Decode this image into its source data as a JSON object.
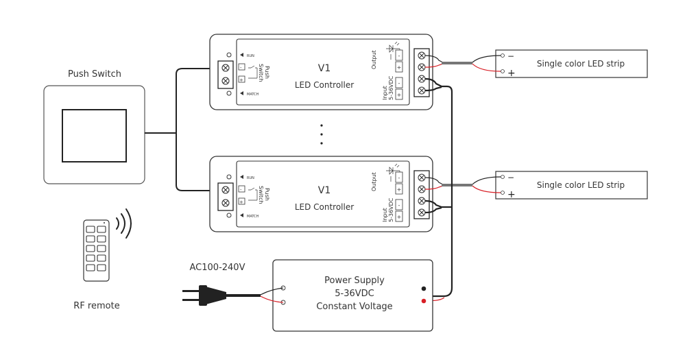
{
  "push_switch": {
    "title": "Push Switch"
  },
  "remote": {
    "label": "RF remote"
  },
  "ac_input": {
    "label": "AC100-240V"
  },
  "controllers": [
    {
      "name": "V1",
      "subtitle": "LED Controller",
      "run_label": "RUN",
      "match_label": "MATCH",
      "push_switch_label": [
        "Push",
        "Switch"
      ],
      "output_label": "Output",
      "input_label": [
        "Input",
        "5-36VDC"
      ],
      "minus": "-",
      "plus": "+"
    },
    {
      "name": "V1",
      "subtitle": "LED Controller",
      "run_label": "RUN",
      "match_label": "MATCH",
      "push_switch_label": [
        "Push",
        "Switch"
      ],
      "output_label": "Output",
      "input_label": [
        "Input",
        "5-36VDC"
      ],
      "minus": "-",
      "plus": "+"
    }
  ],
  "led_strips": [
    {
      "label": "Single color LED strip",
      "minus": "−",
      "plus": "+"
    },
    {
      "label": "Single color LED strip",
      "minus": "−",
      "plus": "+"
    }
  ],
  "power_supply": {
    "lines": [
      "Power Supply",
      "5-36VDC",
      "Constant Voltage"
    ]
  },
  "colors": {
    "wire_dark": "#222222",
    "wire_red": "#d81f26",
    "wire_grey": "#777777",
    "outline": "#555555"
  }
}
